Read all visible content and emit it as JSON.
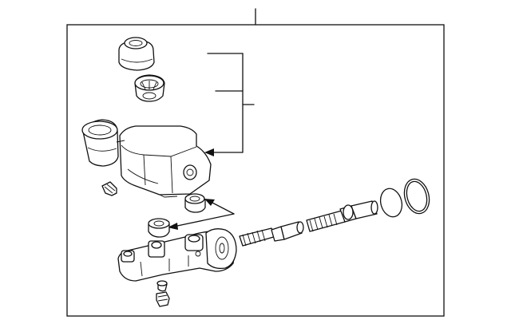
{
  "diagram": {
    "callouts": [
      "",
      "",
      "",
      ""
    ],
    "parts": [
      "reservoir-cap",
      "cap-strainer",
      "brake-fluid-reservoir",
      "reservoir-grommet-upper",
      "reservoir-grommet-lower",
      "reservoir-mounting-pin",
      "master-cylinder-body",
      "piston-assembly-secondary",
      "piston-assembly-primary",
      "o-ring-small",
      "o-ring-large",
      "bleeder-plug",
      "bleeder-cap"
    ]
  }
}
